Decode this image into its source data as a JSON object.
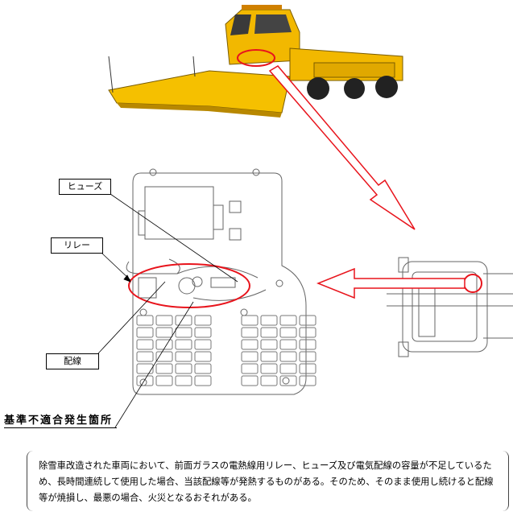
{
  "labels": {
    "fuse": "ヒューズ",
    "relay": "リレー",
    "wiring": "配線"
  },
  "title": "基準不適合発生箇所",
  "description": "除雪車改造された車両において、前面ガラスの電熱線用リレー、ヒューズ及び電気配線の容量が不足しているため、長時間連続して使用した場合、当該配線等が発熱するものがある。そのため、そのまま使用し続けると配線等が焼損し、最悪の場合、火災となるおそれがある。",
  "colors": {
    "highlight": "#e8141c",
    "truck": "#f2b800",
    "line": "#555555"
  }
}
